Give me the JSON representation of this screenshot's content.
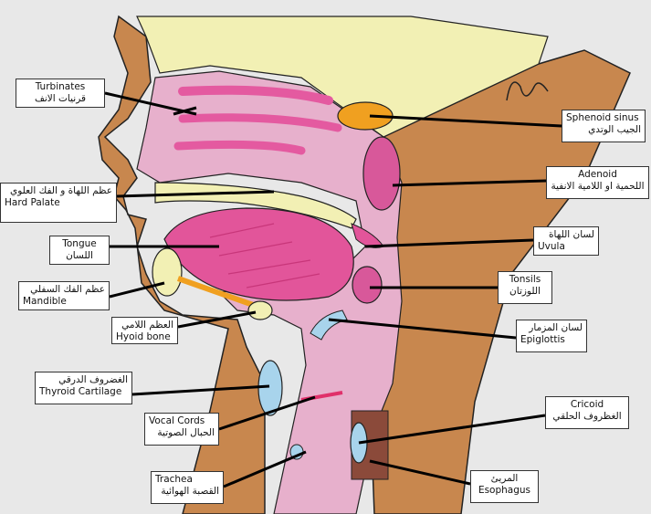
{
  "labels": {
    "turbinates": {
      "en": "Turbinates",
      "ar": "قرنيات الانف"
    },
    "hard_palate": {
      "ar": "عظم اللهاة و الفك العلوي",
      "en": "Hard Palate"
    },
    "tongue": {
      "en": "Tongue",
      "ar": "اللسان"
    },
    "mandible": {
      "ar": "عظم الفك السفلي",
      "en": "Mandible"
    },
    "hyoid": {
      "ar": "العظم اللامي",
      "en": "Hyoid bone"
    },
    "thyroid": {
      "ar": "الغضروف الدرقي",
      "en": "Thyroid Cartilage"
    },
    "vocal": {
      "en": "Vocal Cords",
      "ar": "الحبال الصوتية"
    },
    "trachea": {
      "en": "Trachea",
      "ar": "القصبة الهوائية"
    },
    "sphenoid": {
      "en": "Sphenoid sinus",
      "ar": "الجيب الوتدي"
    },
    "adenoid": {
      "en": "Adenoid",
      "ar": "اللحمية او اللامية الانفية"
    },
    "uvula": {
      "ar": "لسان اللهاة",
      "en": "Uvula"
    },
    "tonsils": {
      "en": "Tonsils",
      "ar": "اللوزتان"
    },
    "epiglottis": {
      "ar": "لسان المزمار",
      "en": "Epiglottis"
    },
    "cricoid": {
      "en": "Cricoid",
      "ar": "الغظروف الحلقي"
    },
    "esophagus": {
      "ar": "المريئ",
      "en": "Esophagus"
    }
  },
  "colors": {
    "background": "#e8e8e8",
    "skin": "#c8874e",
    "bone": "#f2f0b4",
    "cavity": "#e7b0cc",
    "tongue": "#e2559a",
    "sinus": "#f0a020",
    "tonsil": "#d8589a",
    "cartilage": "#a8d4ec",
    "esophagus": "#8b4a3a"
  }
}
